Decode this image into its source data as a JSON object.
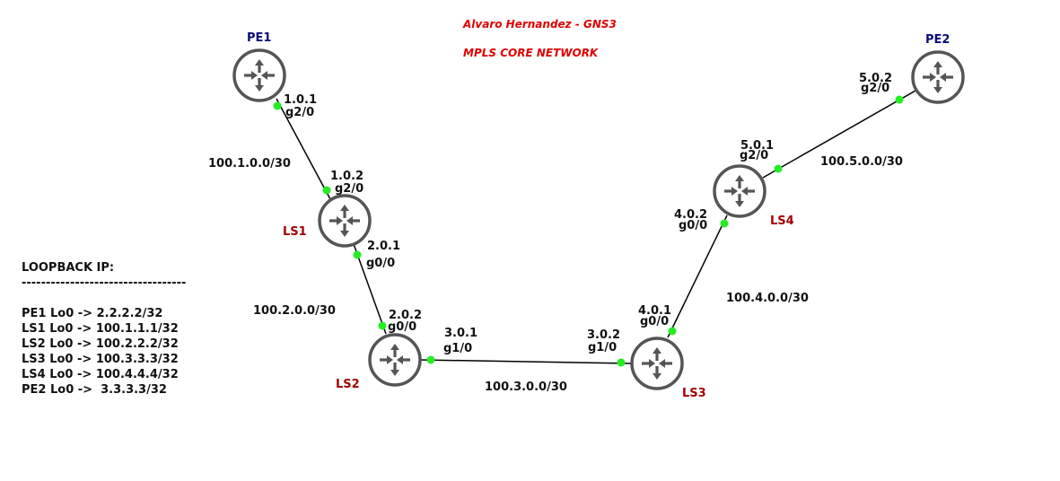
{
  "header": {
    "author": "Alvaro Hernandez - GNS3",
    "network_title": "MPLS CORE NETWORK"
  },
  "colors": {
    "pe_label": "#0b0b7a",
    "ls_label": "#a40000",
    "title": "#e00000",
    "port_dot": "#22ee22",
    "router_ring": "#555555"
  },
  "routers": {
    "pe1": {
      "name": "PE1",
      "icon": "router-icon"
    },
    "pe2": {
      "name": "PE2",
      "icon": "router-icon"
    },
    "ls1": {
      "name": "LS1",
      "icon": "router-icon"
    },
    "ls2": {
      "name": "LS2",
      "icon": "router-icon"
    },
    "ls3": {
      "name": "LS3",
      "icon": "router-icon"
    },
    "ls4": {
      "name": "LS4",
      "icon": "router-icon"
    }
  },
  "links": {
    "pe1_ls1": {
      "subnet": "100.1.0.0/30",
      "a_ip": "1.0.1",
      "a_if": "g2/0",
      "b_ip": "1.0.2",
      "b_if": "g2/0"
    },
    "ls1_ls2": {
      "subnet": "100.2.0.0/30",
      "a_ip": "2.0.1",
      "a_if": "g0/0",
      "b_ip": "2.0.2",
      "b_if": "g0/0"
    },
    "ls2_ls3": {
      "subnet": "100.3.0.0/30",
      "a_ip": "3.0.1",
      "a_if": "g1/0",
      "b_ip": "3.0.2",
      "b_if": "g1/0"
    },
    "ls3_ls4": {
      "subnet": "100.4.0.0/30",
      "a_ip": "4.0.1",
      "a_if": "g0/0",
      "b_ip": "4.0.2",
      "b_if": "g0/0"
    },
    "ls4_pe2": {
      "subnet": "100.5.0.0/30",
      "a_ip": "5.0.1",
      "a_if": "g2/0",
      "b_ip": "5.0.2",
      "b_if": "g2/0"
    }
  },
  "loopback": {
    "heading": "LOOPBACK IP:",
    "separator": "----------------------------------",
    "entries": [
      "PE1 Lo0 -> 2.2.2.2/32",
      "LS1 Lo0 -> 100.1.1.1/32",
      "LS2 Lo0 -> 100.2.2.2/32",
      "LS3 Lo0 -> 100.3.3.3/32",
      "LS4 Lo0 -> 100.4.4.4/32",
      "PE2 Lo0 ->  3.3.3.3/32"
    ]
  }
}
